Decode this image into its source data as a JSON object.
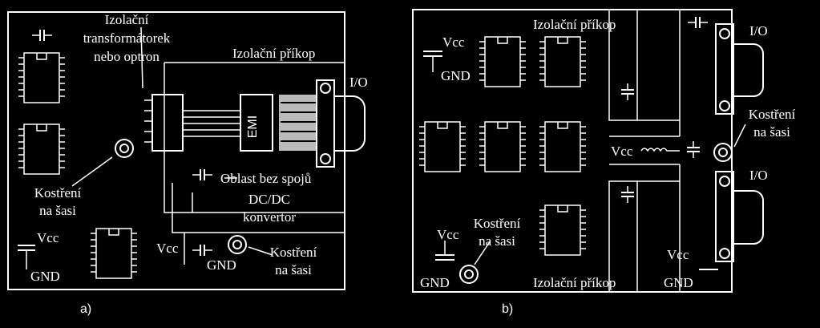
{
  "panel_a": {
    "caption": "a)",
    "transformer_label_1": "Izolační",
    "transformer_label_2": "transformátorek",
    "transformer_label_3": "nebo optron",
    "moat_label": "Izolační příkop",
    "io_label": "I/O",
    "filter_label": "EMI",
    "grounding_label_1": "Kostření",
    "grounding_label_2": "na šasi",
    "empty_area_label": "Oblast bez spojů",
    "dcdc_label_1": "DC/DC",
    "dcdc_label_2": "konvertor",
    "vcc_left": "Vcc",
    "gnd_left": "GND",
    "vcc_right": "Vcc",
    "gnd_right": "GND",
    "grounding2_label_1": "Kostření",
    "grounding2_label_2": "na šasi"
  },
  "panel_b": {
    "caption": "b)",
    "moat_top_label": "Izolační příkop",
    "moat_bottom_label": "Izolační příkop",
    "io_top": "I/O",
    "io_bottom": "I/O",
    "vcc_top": "Vcc",
    "gnd_top": "GND",
    "vcc_center": "Vcc",
    "grounding_right_1": "Kostření",
    "grounding_right_2": "na šasi",
    "grounding_left_1": "Kostření",
    "grounding_left_2": "na šasi",
    "vcc_bottom_left": "Vcc",
    "gnd_bottom_left": "GND",
    "vcc_bottom_right": "Vcc",
    "gnd_bottom_right": "GND"
  }
}
